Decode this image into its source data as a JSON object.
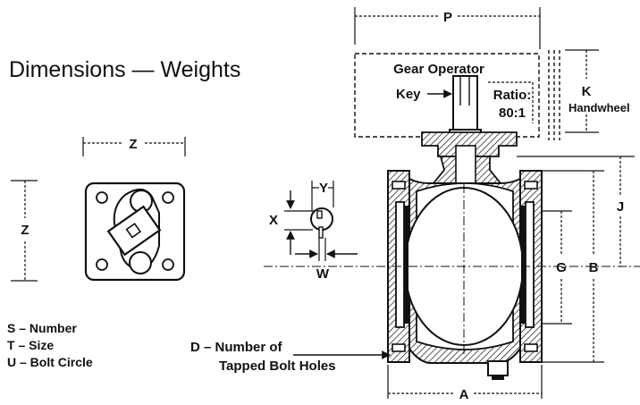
{
  "title": "Dimensions — Weights",
  "dims": {
    "P": "P",
    "K": "K",
    "handwheel": "Handwheel",
    "J": "J",
    "B": "B",
    "G": "G",
    "A": "A",
    "Z_top": "Z",
    "Z_side": "Z",
    "X": "X",
    "Y": "Y",
    "W": "W"
  },
  "gear_operator": {
    "title": "Gear Operator",
    "key": "Key",
    "ratio_label": "Ratio:",
    "ratio_value": "80:1"
  },
  "bolt_holes": {
    "line1": "D – Number of",
    "line2": "Tapped Bolt Holes"
  },
  "legend": {
    "s": "S – Number",
    "t": "T – Size",
    "u": "U – Bolt Circle"
  }
}
